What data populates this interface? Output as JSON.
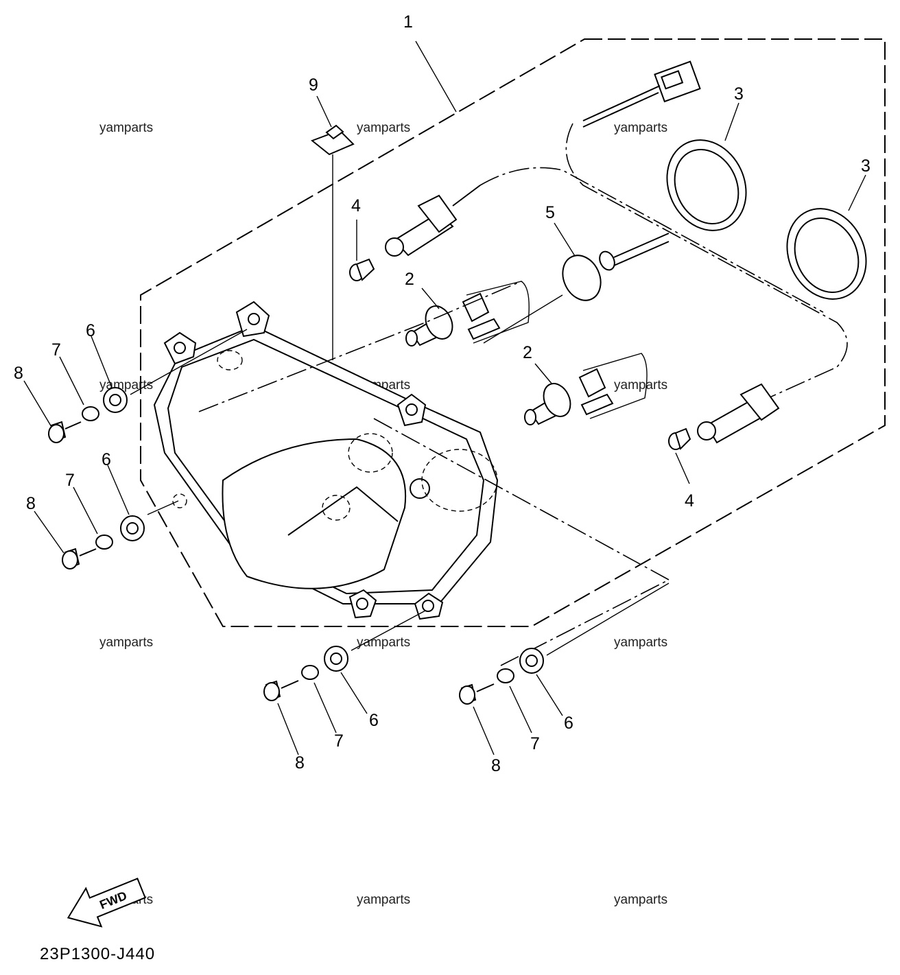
{
  "diagram_code": "23P1300-J440",
  "watermark": "yamparts",
  "fwd_label": "FWD",
  "callouts": {
    "c1": "1",
    "c2a": "2",
    "c2b": "2",
    "c3a": "3",
    "c3b": "3",
    "c4a": "4",
    "c4b": "4",
    "c5": "5",
    "c6a": "6",
    "c6b": "6",
    "c6c": "6",
    "c6d": "6",
    "c7a": "7",
    "c7b": "7",
    "c7c": "7",
    "c7d": "7",
    "c8a": "8",
    "c8b": "8",
    "c8c": "8",
    "c8d": "8",
    "c9": "9"
  }
}
